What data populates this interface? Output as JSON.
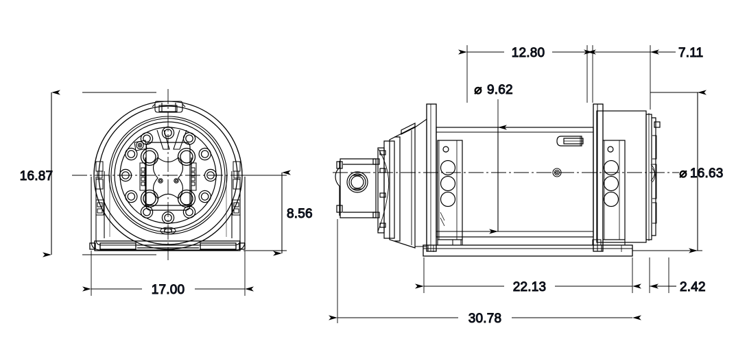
{
  "drawing": {
    "type": "engineering-drawing",
    "subject": "hydraulic-winch",
    "projection": "two-view orthographic (front view + side elevation)",
    "units": "inches",
    "line_color": "#000000",
    "dimension_text_color": "#1c2d55",
    "background_color": "#ffffff"
  },
  "views": {
    "front": {
      "name": "front-view",
      "label": "",
      "description": "end view of winch showing drum flange, circular bolt hub and base frame"
    },
    "side": {
      "name": "side-view",
      "label": "",
      "description": "side elevation showing hydraulic motor, drum barrel, flanges and mounting base"
    }
  },
  "dimensions": {
    "front_height": {
      "value": "16.87",
      "symbol": "",
      "orientation": "vertical",
      "view": "front"
    },
    "front_hub_height": {
      "value": "8.56",
      "symbol": "",
      "orientation": "vertical",
      "view": "front"
    },
    "front_width": {
      "value": "17.00",
      "symbol": "",
      "orientation": "horizontal",
      "view": "front"
    },
    "drum_length": {
      "value": "12.80",
      "symbol": "",
      "orientation": "horizontal",
      "view": "side"
    },
    "brake_length": {
      "value": "7.11",
      "symbol": "",
      "orientation": "horizontal",
      "view": "side"
    },
    "drum_diameter": {
      "value": "9.62",
      "symbol": "⌀",
      "orientation": "vertical",
      "view": "side"
    },
    "flange_diameter": {
      "value": "16.63",
      "symbol": "⌀",
      "orientation": "vertical",
      "view": "side"
    },
    "base_length": {
      "value": "22.13",
      "symbol": "",
      "orientation": "horizontal",
      "view": "side"
    },
    "overall_length": {
      "value": "30.78",
      "symbol": "",
      "orientation": "horizontal",
      "view": "side"
    },
    "end_offset": {
      "value": "2.42",
      "symbol": "",
      "orientation": "horizontal",
      "view": "side"
    }
  }
}
